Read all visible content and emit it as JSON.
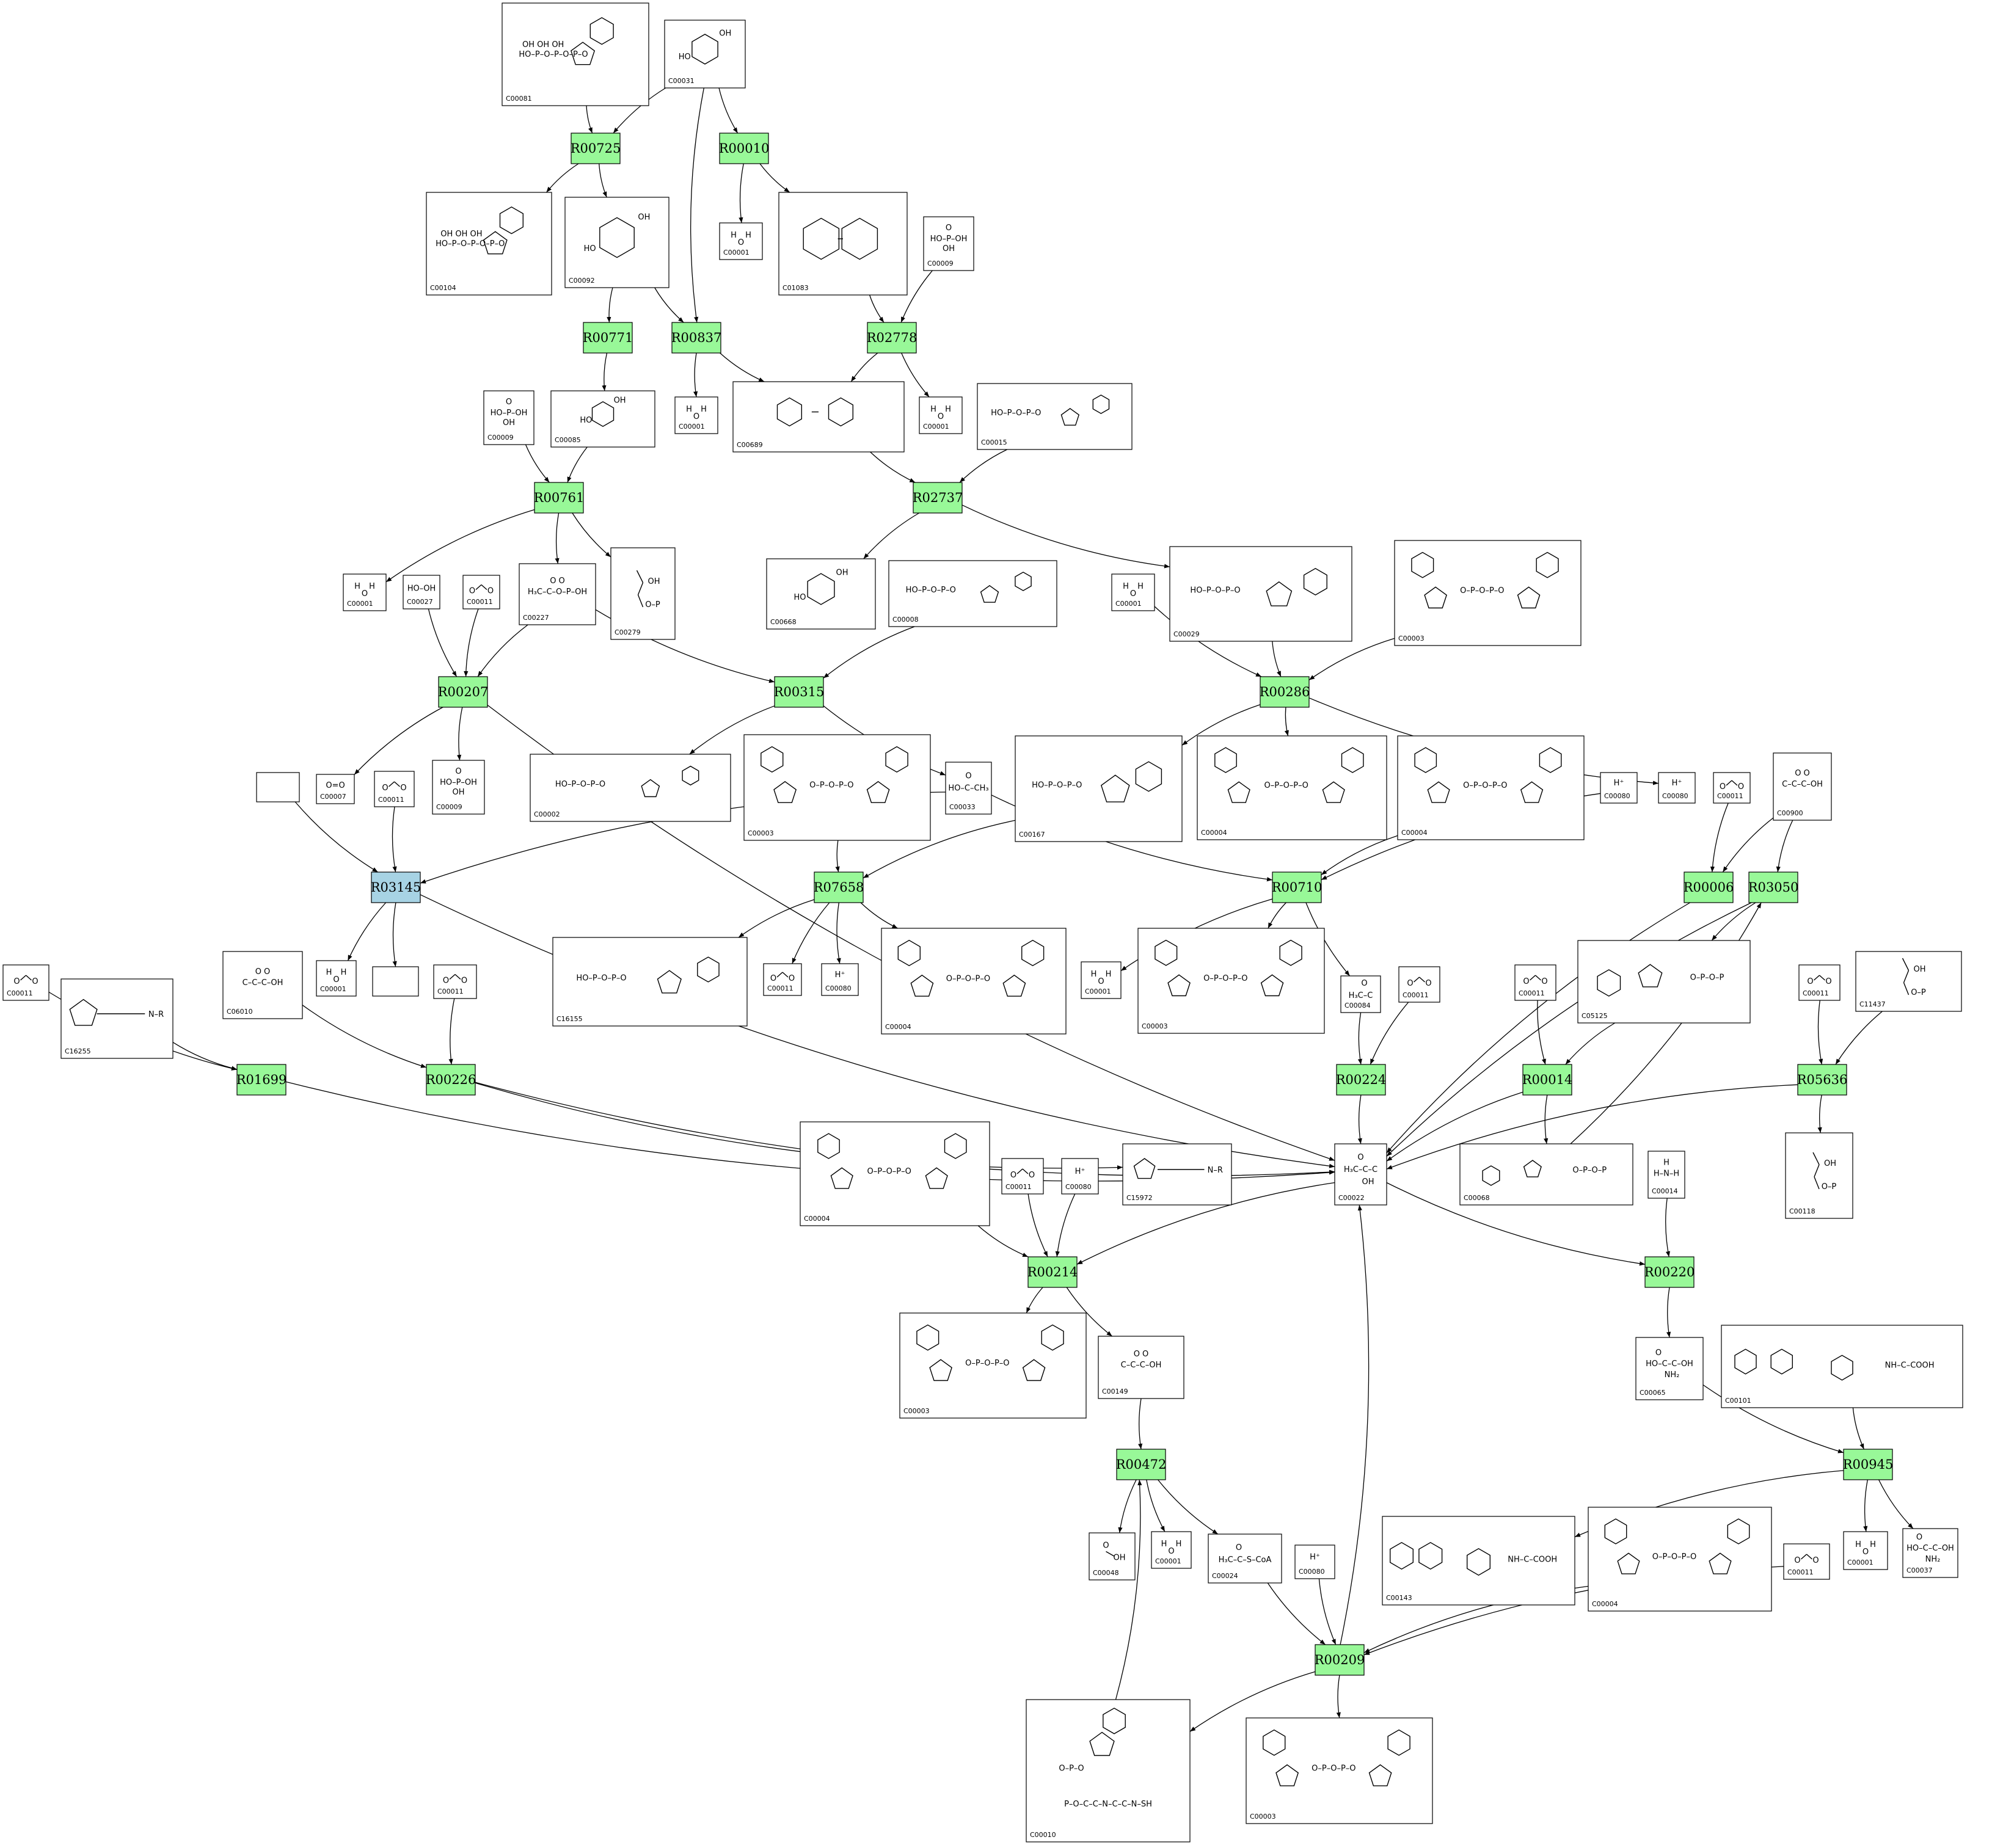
{
  "colors": {
    "reaction_fill": "#98f898",
    "highlight_fill": "#a7d3e4",
    "edge": "#000000",
    "box_border": "#000000",
    "background": "#ffffff"
  },
  "reactions": [
    {
      "id": "R00725",
      "highlight": false
    },
    {
      "id": "R00010",
      "highlight": false
    },
    {
      "id": "R00771",
      "highlight": false
    },
    {
      "id": "R00837",
      "highlight": false
    },
    {
      "id": "R02778",
      "highlight": false
    },
    {
      "id": "R00761",
      "highlight": false
    },
    {
      "id": "R02737",
      "highlight": false
    },
    {
      "id": "R00207",
      "highlight": false
    },
    {
      "id": "R00315",
      "highlight": false
    },
    {
      "id": "R00286",
      "highlight": false
    },
    {
      "id": "R03145",
      "highlight": true
    },
    {
      "id": "R07658",
      "highlight": false
    },
    {
      "id": "R00710",
      "highlight": false
    },
    {
      "id": "R00006",
      "highlight": false
    },
    {
      "id": "R03050",
      "highlight": false
    },
    {
      "id": "R01699",
      "highlight": false
    },
    {
      "id": "R00226",
      "highlight": false
    },
    {
      "id": "R00224",
      "highlight": false
    },
    {
      "id": "R00014",
      "highlight": false
    },
    {
      "id": "R05636",
      "highlight": false
    },
    {
      "id": "R00214",
      "highlight": false
    },
    {
      "id": "R00220",
      "highlight": false
    },
    {
      "id": "R00472",
      "highlight": false
    },
    {
      "id": "R00945",
      "highlight": false
    },
    {
      "id": "R00209",
      "highlight": false
    }
  ],
  "compounds": [
    {
      "key": "c_c00081",
      "id": "C00081",
      "glyph": "purine"
    },
    {
      "key": "c_c00031",
      "id": "C00031",
      "glyph": "sugar"
    },
    {
      "key": "c_c00104",
      "id": "C00104",
      "glyph": "purine"
    },
    {
      "key": "c_c00092",
      "id": "C00092",
      "glyph": "sugar"
    },
    {
      "key": "c_c00001_a",
      "id": "C00001",
      "glyph": "H2O"
    },
    {
      "key": "c_c01083",
      "id": "C01083",
      "glyph": "disaccharide"
    },
    {
      "key": "c_c00009_a",
      "id": "C00009",
      "glyph": "phosphate"
    },
    {
      "key": "c_c00009_b",
      "id": "C00009",
      "glyph": "phosphate"
    },
    {
      "key": "c_c00085",
      "id": "C00085",
      "glyph": "sugar"
    },
    {
      "key": "c_c00001_b",
      "id": "C00001",
      "glyph": "H2O"
    },
    {
      "key": "c_c00689",
      "id": "C00689",
      "glyph": "disaccharide"
    },
    {
      "key": "c_c00001_c",
      "id": "C00001",
      "glyph": "H2O"
    },
    {
      "key": "c_c00015",
      "id": "C00015",
      "glyph": "nucleotide"
    },
    {
      "key": "c_c00001_d",
      "id": "C00001",
      "glyph": "H2O"
    },
    {
      "key": "c_c00027",
      "id": "C00027",
      "glyph": "H2O2"
    },
    {
      "key": "c_c00011_a",
      "id": "C00011",
      "glyph": "CO2"
    },
    {
      "key": "c_c00227",
      "id": "C00227",
      "glyph": "acylphosphate"
    },
    {
      "key": "c_c00279",
      "id": "C00279",
      "glyph": "phosphosugar"
    },
    {
      "key": "c_c00668",
      "id": "C00668",
      "glyph": "sugar"
    },
    {
      "key": "c_c00008",
      "id": "C00008",
      "glyph": "nucleotide"
    },
    {
      "key": "c_c00001_e",
      "id": "C00001",
      "glyph": "H2O"
    },
    {
      "key": "c_c00029",
      "id": "C00029",
      "glyph": "nucleotide"
    },
    {
      "key": "c_c00003_a",
      "id": "C00003",
      "glyph": "dinucleotide"
    },
    {
      "key": "c_blank_a",
      "id": "",
      "glyph": ""
    },
    {
      "key": "c_c00007",
      "id": "C00007",
      "glyph": "O2"
    },
    {
      "key": "c_c00011_b",
      "id": "C00011",
      "glyph": "CO2"
    },
    {
      "key": "c_c00009_c",
      "id": "C00009",
      "glyph": "phosphate"
    },
    {
      "key": "c_c00002",
      "id": "C00002",
      "glyph": "nucleotide"
    },
    {
      "key": "c_c00003_b",
      "id": "C00003",
      "glyph": "dinucleotide"
    },
    {
      "key": "c_c00033",
      "id": "C00033",
      "glyph": "acetate"
    },
    {
      "key": "c_c00167",
      "id": "C00167",
      "glyph": "nucleotide"
    },
    {
      "key": "c_c00004_a",
      "id": "C00004",
      "glyph": "dinucleotide"
    },
    {
      "key": "c_c00004_b",
      "id": "C00004",
      "glyph": "dinucleotide"
    },
    {
      "key": "c_c00080_a",
      "id": "C00080",
      "glyph": "H+"
    },
    {
      "key": "c_c00080_b",
      "id": "C00080",
      "glyph": "H+"
    },
    {
      "key": "c_c00011_c",
      "id": "C00011",
      "glyph": "CO2"
    },
    {
      "key": "c_c00900",
      "id": "C00900",
      "glyph": "ketoacid"
    },
    {
      "key": "c_c00011_d",
      "id": "C00011",
      "glyph": "CO2"
    },
    {
      "key": "c_c16255",
      "id": "C16255",
      "glyph": "lipoamide"
    },
    {
      "key": "c_c06010",
      "id": "C06010",
      "glyph": "ketoacid"
    },
    {
      "key": "c_c00001_f",
      "id": "C00001",
      "glyph": "H2O"
    },
    {
      "key": "c_blank_b",
      "id": "",
      "glyph": ""
    },
    {
      "key": "c_c00011_e",
      "id": "C00011",
      "glyph": "CO2"
    },
    {
      "key": "c_c16155",
      "id": "C16155",
      "glyph": "nucleotide"
    },
    {
      "key": "c_c00011_f",
      "id": "C00011",
      "glyph": "CO2"
    },
    {
      "key": "c_c00080_c",
      "id": "C00080",
      "glyph": "H+"
    },
    {
      "key": "c_c00004_c",
      "id": "C00004",
      "glyph": "dinucleotide"
    },
    {
      "key": "c_c00001_g",
      "id": "C00001",
      "glyph": "H2O"
    },
    {
      "key": "c_c00003_c",
      "id": "C00003",
      "glyph": "dinucleotide"
    },
    {
      "key": "c_c00084",
      "id": "C00084",
      "glyph": "acetaldehyde"
    },
    {
      "key": "c_c00011_g",
      "id": "C00011",
      "glyph": "CO2"
    },
    {
      "key": "c_c00011_h",
      "id": "C00011",
      "glyph": "CO2"
    },
    {
      "key": "c_c05125",
      "id": "C05125",
      "glyph": "thiamine"
    },
    {
      "key": "c_c00011_i",
      "id": "C00011",
      "glyph": "CO2"
    },
    {
      "key": "c_c11437",
      "id": "C11437",
      "glyph": "phosphosugar"
    },
    {
      "key": "c_c00004_d",
      "id": "C00004",
      "glyph": "dinucleotide"
    },
    {
      "key": "c_c00011_j",
      "id": "C00011",
      "glyph": "CO2"
    },
    {
      "key": "c_c00080_d",
      "id": "C00080",
      "glyph": "H+"
    },
    {
      "key": "c_c15972",
      "id": "C15972",
      "glyph": "lipoamide"
    },
    {
      "key": "c_c00022",
      "id": "C00022",
      "glyph": "pyruvate"
    },
    {
      "key": "c_c00068",
      "id": "C00068",
      "glyph": "thiamine"
    },
    {
      "key": "c_c00014",
      "id": "C00014",
      "glyph": "NH3"
    },
    {
      "key": "c_c00118",
      "id": "C00118",
      "glyph": "phosphosugar"
    },
    {
      "key": "c_c00003_d",
      "id": "C00003",
      "glyph": "dinucleotide"
    },
    {
      "key": "c_c00149",
      "id": "C00149",
      "glyph": "ketoacid"
    },
    {
      "key": "c_c00065",
      "id": "C00065",
      "glyph": "aminoacid"
    },
    {
      "key": "c_c00101",
      "id": "C00101",
      "glyph": "folate"
    },
    {
      "key": "c_c00048",
      "id": "C00048",
      "glyph": "glyoxylate"
    },
    {
      "key": "c_c00001_h",
      "id": "C00001",
      "glyph": "H2O"
    },
    {
      "key": "c_c00024",
      "id": "C00024",
      "glyph": "acetylCoA"
    },
    {
      "key": "c_c00080_e",
      "id": "C00080",
      "glyph": "H+"
    },
    {
      "key": "c_c00143",
      "id": "C00143",
      "glyph": "folate"
    },
    {
      "key": "c_c00004_e",
      "id": "C00004",
      "glyph": "dinucleotide"
    },
    {
      "key": "c_c00011_k",
      "id": "C00011",
      "glyph": "CO2"
    },
    {
      "key": "c_c00001_i",
      "id": "C00001",
      "glyph": "H2O"
    },
    {
      "key": "c_c00037",
      "id": "C00037",
      "glyph": "aminoacid"
    },
    {
      "key": "c_c00010",
      "id": "C00010",
      "glyph": "coenzymeA"
    },
    {
      "key": "c_c00003_e",
      "id": "C00003",
      "glyph": "dinucleotide"
    }
  ],
  "edges": [
    [
      "c_c00081",
      "R00725"
    ],
    [
      "c_c00031",
      "R00725"
    ],
    [
      "R00725",
      "c_c00104"
    ],
    [
      "R00725",
      "c_c00092"
    ],
    [
      "c_c00031",
      "R00010"
    ],
    [
      "R00010",
      "c_c00001_a"
    ],
    [
      "R00010",
      "c_c01083"
    ],
    [
      "c_c00092",
      "R00771"
    ],
    [
      "c_c00092",
      "R00837"
    ],
    [
      "c_c00031",
      "R00837"
    ],
    [
      "c_c01083",
      "R02778"
    ],
    [
      "c_c00009_a",
      "R02778"
    ],
    [
      "R02778",
      "c_c00689"
    ],
    [
      "R02778",
      "c_c00001_c"
    ],
    [
      "R00837",
      "c_c00001_b"
    ],
    [
      "R00837",
      "c_c00689"
    ],
    [
      "R00771",
      "c_c00085"
    ],
    [
      "c_c00009_b",
      "R00761"
    ],
    [
      "c_c00085",
      "R00761"
    ],
    [
      "R00761",
      "c_c00001_d"
    ],
    [
      "R00761",
      "c_c00227"
    ],
    [
      "R00761",
      "c_c00279"
    ],
    [
      "c_c00689",
      "R02737"
    ],
    [
      "c_c00015",
      "R02737"
    ],
    [
      "R02737",
      "c_c00668"
    ],
    [
      "R02737",
      "c_c00029"
    ],
    [
      "c_c00027",
      "R00207"
    ],
    [
      "c_c00011_a",
      "R00207"
    ],
    [
      "c_c00227",
      "R00207"
    ],
    [
      "R00207",
      "c_c00007"
    ],
    [
      "R00207",
      "c_c00009_c"
    ],
    [
      "R00207",
      "c_c00022"
    ],
    [
      "c_c00227",
      "R00315"
    ],
    [
      "c_c00008",
      "R00315"
    ],
    [
      "R00315",
      "c_c00002"
    ],
    [
      "R00315",
      "c_c00033"
    ],
    [
      "c_c00001_e",
      "R00286"
    ],
    [
      "c_c00029",
      "R00286"
    ],
    [
      "c_c00003_a",
      "R00286"
    ],
    [
      "R00286",
      "c_c00167"
    ],
    [
      "R00286",
      "c_c00004_a"
    ],
    [
      "R00286",
      "c_c00080_b"
    ],
    [
      "c_blank_a",
      "R03145"
    ],
    [
      "c_c00011_b",
      "R03145"
    ],
    [
      "c_c00033",
      "R03145"
    ],
    [
      "R03145",
      "c_c00001_f"
    ],
    [
      "R03145",
      "c_blank_b"
    ],
    [
      "R03145",
      "c_c00022"
    ],
    [
      "c_c00003_b",
      "R07658"
    ],
    [
      "c_c00167",
      "R07658"
    ],
    [
      "R07658",
      "c_c16155"
    ],
    [
      "R07658",
      "c_c00011_f"
    ],
    [
      "R07658",
      "c_c00080_c"
    ],
    [
      "R07658",
      "c_c00004_c"
    ],
    [
      "c_c00004_b",
      "R00710"
    ],
    [
      "c_c00080_a",
      "R00710"
    ],
    [
      "c_c00033",
      "R00710"
    ],
    [
      "R00710",
      "c_c00001_g"
    ],
    [
      "R00710",
      "c_c00003_c"
    ],
    [
      "R00710",
      "c_c00084"
    ],
    [
      "c_c00011_c",
      "R00006"
    ],
    [
      "c_c00900",
      "R00006"
    ],
    [
      "R00006",
      "c_c00022"
    ],
    [
      "c_c00900",
      "R03050"
    ],
    [
      "R03050",
      "c_c05125"
    ],
    [
      "R03050",
      "c_c00022"
    ],
    [
      "c_c00011_d",
      "R01699"
    ],
    [
      "c_c16255",
      "R01699"
    ],
    [
      "R01699",
      "c_c00022"
    ],
    [
      "c_c06010",
      "R00226"
    ],
    [
      "c_c00011_e",
      "R00226"
    ],
    [
      "R00226",
      "c_c00022"
    ],
    [
      "R00226",
      "c_c15972"
    ],
    [
      "c_c00084",
      "R00224"
    ],
    [
      "c_c00011_g",
      "R00224"
    ],
    [
      "R00224",
      "c_c00022"
    ],
    [
      "c_c00011_h",
      "R00014"
    ],
    [
      "c_c05125",
      "R00014"
    ],
    [
      "R00014",
      "c_c00068"
    ],
    [
      "R00014",
      "c_c00022"
    ],
    [
      "c_c00011_i",
      "R05636"
    ],
    [
      "c_c11437",
      "R05636"
    ],
    [
      "R05636",
      "c_c00118"
    ],
    [
      "R05636",
      "c_c00022"
    ],
    [
      "c_c00004_d",
      "R00214"
    ],
    [
      "c_c00011_j",
      "R00214"
    ],
    [
      "c_c00080_d",
      "R00214"
    ],
    [
      "c_c00022",
      "R00214"
    ],
    [
      "R00214",
      "c_c00003_d"
    ],
    [
      "R00214",
      "c_c00149"
    ],
    [
      "c_c00022",
      "R00220"
    ],
    [
      "c_c00014",
      "R00220"
    ],
    [
      "R00220",
      "c_c00065"
    ],
    [
      "c_c00149",
      "R00472"
    ],
    [
      "R00472",
      "c_c00048"
    ],
    [
      "R00472",
      "c_c00001_h"
    ],
    [
      "R00472",
      "c_c00024"
    ],
    [
      "c_c00065",
      "R00945"
    ],
    [
      "c_c00101",
      "R00945"
    ],
    [
      "R00945",
      "c_c00143"
    ],
    [
      "R00945",
      "c_c00001_i"
    ],
    [
      "R00945",
      "c_c00037"
    ],
    [
      "c_c00024",
      "R00209"
    ],
    [
      "c_c00080_e",
      "R00209"
    ],
    [
      "c_c00004_e",
      "R00209"
    ],
    [
      "c_c00011_k",
      "R00209"
    ],
    [
      "R00209",
      "c_c00010"
    ],
    [
      "R00209",
      "c_c00003_e"
    ],
    [
      "R00209",
      "c_c00022"
    ],
    [
      "c_c00010",
      "R00472"
    ],
    [
      "c_c00068",
      "R03050"
    ]
  ]
}
